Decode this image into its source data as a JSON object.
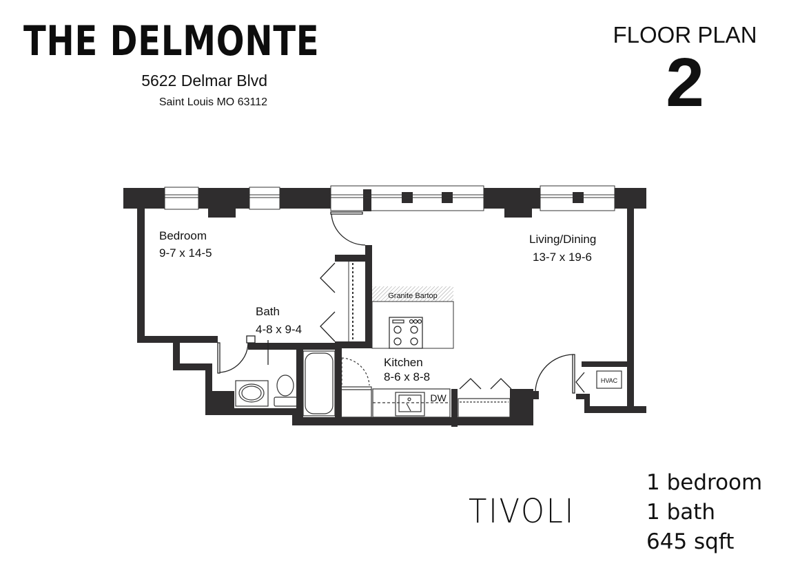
{
  "header": {
    "building_name": "THE DELMONTE",
    "address_line1": "5622 Delmar Blvd",
    "address_line2": "Saint Louis MO 63112",
    "floor_plan_label": "FLOOR PLAN",
    "floor_plan_number": "2"
  },
  "rooms": [
    {
      "name": "Bedroom",
      "dimensions": "9-7 x 14-5"
    },
    {
      "name": "Living/Dining",
      "dimensions": "13-7 x 19-6"
    },
    {
      "name": "Bath",
      "dimensions": "4-8 x 9-4"
    },
    {
      "name": "Kitchen",
      "dimensions": "8-6 x 8-8"
    }
  ],
  "fixtures": {
    "bartop": "Granite Bartop",
    "dishwasher": "DW",
    "hvac": "HVAC"
  },
  "unit": {
    "name": "TIVOLI",
    "bedrooms": "1 bedroom",
    "baths": "1 bath",
    "area": "645 sqft"
  },
  "colors": {
    "wall": "#2f2d2e",
    "line": "#333333",
    "background": "#ffffff"
  }
}
